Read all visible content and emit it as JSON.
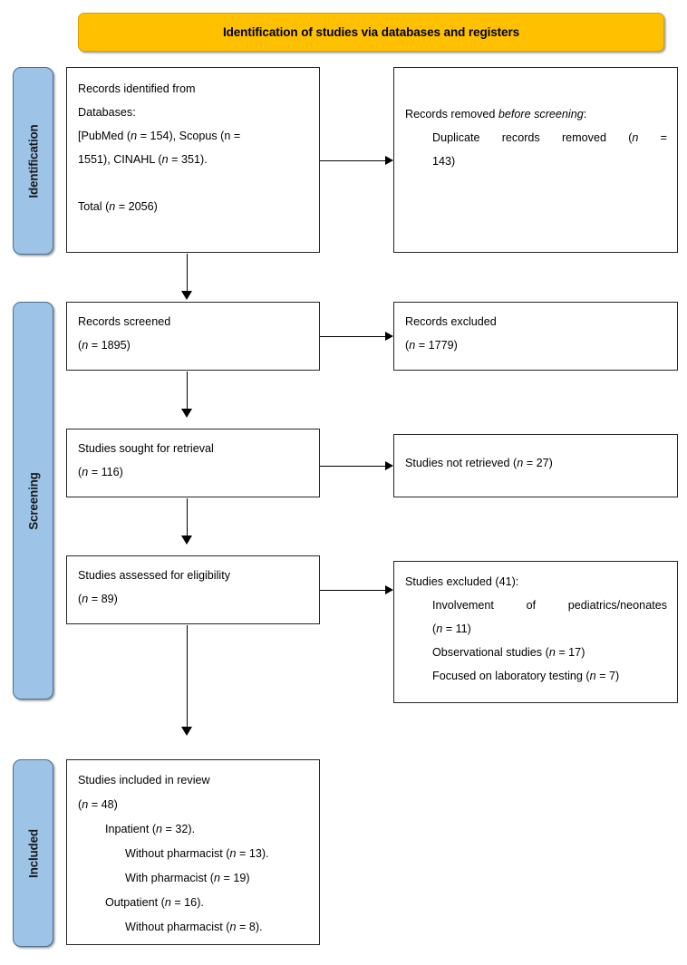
{
  "banner": {
    "text": "Identification of studies via databases and registers",
    "color": "#FFC000"
  },
  "stages": {
    "accent_color": "#9DC3E6",
    "identification": "Identification",
    "screening": "Screening",
    "included": "Included"
  },
  "boxes": {
    "records_identified": {
      "line1": "Records identified from",
      "line2": "Databases:",
      "line3_a": "[PubMed (",
      "line3_n": "n",
      "line3_b": " = 154), Scopus (n =",
      "line4_a": "1551), CINAHL (",
      "line4_n": "n",
      "line4_b": " = 351).",
      "total_a": "Total (",
      "total_n": "n",
      "total_b": " = 2056)"
    },
    "records_removed": {
      "line1_a": "Records removed ",
      "line1_it": "before screening",
      "line1_b": ":",
      "line2_a": "Duplicate records removed (",
      "line2_n": "n",
      "line2_b": " =",
      "line3": "143)"
    },
    "records_screened": {
      "line1": "Records screened",
      "line2_a": "(",
      "line2_n": "n",
      "line2_b": " = 1895)"
    },
    "records_excluded": {
      "line1": "Records excluded",
      "line2_a": "(",
      "line2_n": "n",
      "line2_b": " = 1779)"
    },
    "studies_sought": {
      "line1": "Studies sought for retrieval",
      "line2_a": "(",
      "line2_n": "n",
      "line2_b": " = 116)"
    },
    "studies_not_retrieved": {
      "line1_a": "Studies not retrieved (",
      "line1_n": "n",
      "line1_b": " = 27)"
    },
    "studies_assessed": {
      "line1": "Studies assessed for eligibility",
      "line2_a": "(",
      "line2_n": "n",
      "line2_b": " = 89)"
    },
    "studies_excluded": {
      "heading": "Studies excluded (41):",
      "item1": "Involvement  of  pediatrics/neonates",
      "item1_count_a": "(",
      "item1_count_n": "n",
      "item1_count_b": " = 11)",
      "item2_a": "Observational studies (",
      "item2_n": "n",
      "item2_b": " = 17)",
      "item3_a": "Focused on laboratory testing (",
      "item3_n": "n",
      "item3_b": " = 7)"
    },
    "studies_included": {
      "line1": "Studies included in review",
      "line2_a": "(",
      "line2_n": "n",
      "line2_b": " = 48)",
      "line3_a": "Inpatient (",
      "line3_n": "n",
      "line3_b": " = 32).",
      "line4_a": "Without pharmacist (",
      "line4_n": "n",
      "line4_b": " = 13).",
      "line5_a": "With pharmacist (",
      "line5_n": "n",
      "line5_b": " = 19)",
      "line6_a": "Outpatient (",
      "line6_n": "n",
      "line6_b": " = 16).",
      "line7_a": "Without pharmacist (",
      "line7_n": "n",
      "line7_b": " = 8)."
    }
  },
  "flow_data": {
    "type": "prisma-flow-diagram",
    "databases": [
      {
        "name": "PubMed",
        "n": 154
      },
      {
        "name": "Scopus",
        "n": 1551
      },
      {
        "name": "CINAHL",
        "n": 351
      }
    ],
    "total_identified": 2056,
    "duplicates_removed": 143,
    "records_screened": 1895,
    "records_excluded": 1779,
    "studies_sought": 116,
    "studies_not_retrieved": 27,
    "studies_assessed": 89,
    "studies_excluded_total": 41,
    "studies_excluded_reasons": [
      {
        "reason": "Involvement of pediatrics/neonates",
        "n": 11
      },
      {
        "reason": "Observational studies",
        "n": 17
      },
      {
        "reason": "Focused on laboratory testing",
        "n": 7
      }
    ],
    "studies_included": 48,
    "included_breakdown": [
      {
        "group": "Inpatient",
        "n": 32
      },
      {
        "group": "Without pharmacist",
        "n": 13
      },
      {
        "group": "With pharmacist",
        "n": 19
      },
      {
        "group": "Outpatient",
        "n": 16
      },
      {
        "group": "Without pharmacist",
        "n": 8
      }
    ]
  }
}
